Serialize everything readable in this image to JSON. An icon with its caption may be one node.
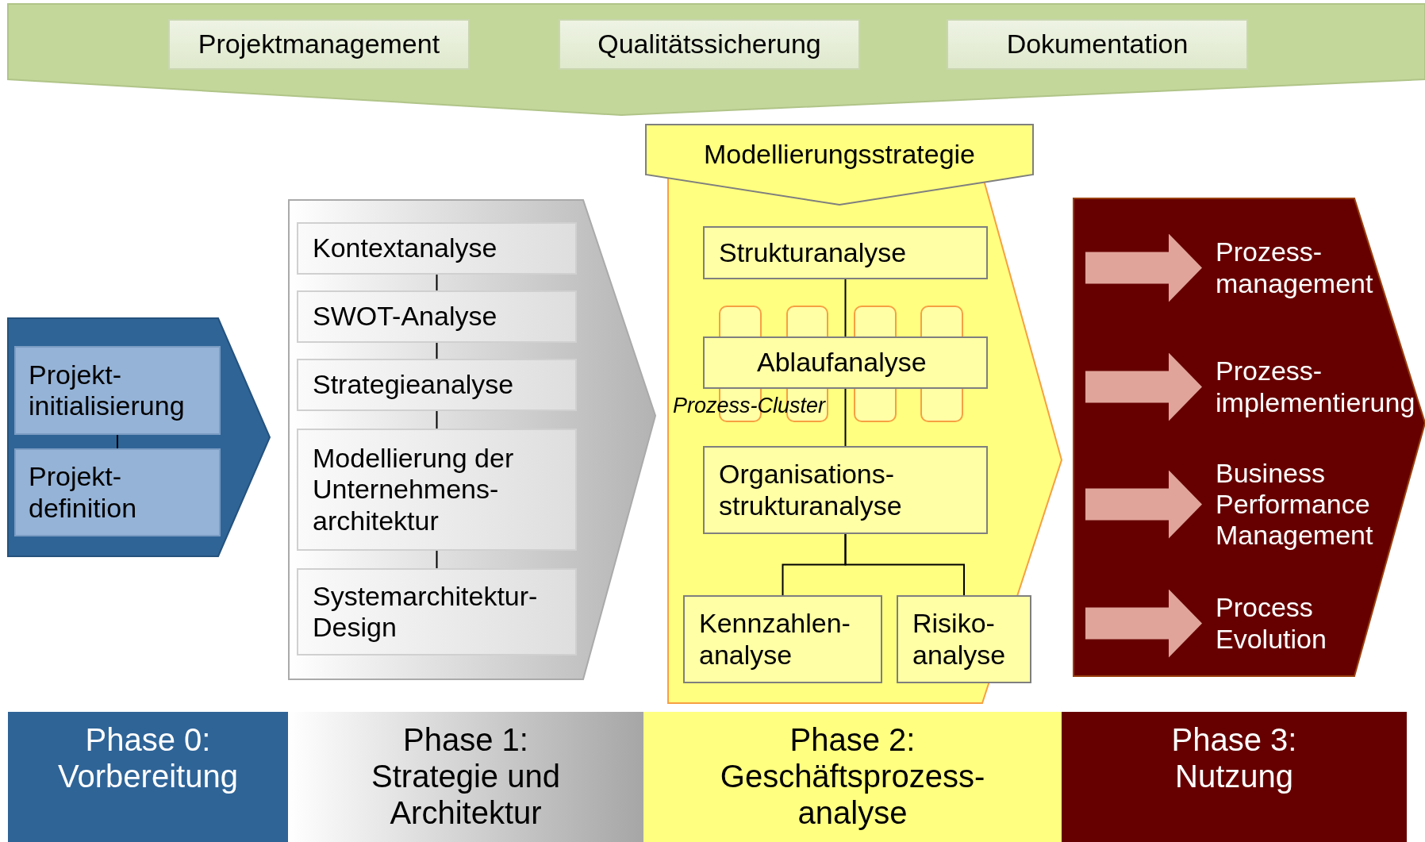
{
  "diagram": {
    "nodes": [
      {
        "text": [],
        "shape": "band"
      },
      {
        "text": [
          "Projektmanagement"
        ],
        "in": 0
      },
      {
        "text": [
          "Qualitätssicherung"
        ],
        "in": 0
      },
      {
        "text": [
          "Dokumentation"
        ],
        "in": 0
      },
      {
        "text": [],
        "shape": "chevron"
      },
      {
        "text": [
          "Projekt-initialisierung"
        ],
        "in": 4
      },
      {
        "text": [
          "Projekt-definition"
        ],
        "in": 4
      },
      {
        "text": [],
        "shape": "chevron"
      },
      {
        "text": [
          "Kontextanalyse"
        ],
        "in": 7
      },
      {
        "text": [
          "SWOT-Analyse"
        ],
        "in": 7
      },
      {
        "text": [
          "Strategieanalyse"
        ],
        "in": 7
      },
      {
        "text": [
          "Modellierung der Unternehmens-architektur"
        ],
        "in": 7
      },
      {
        "text": [
          "Systemarchitektur-Design"
        ],
        "in": 7
      },
      {
        "text": [],
        "shape": "chevron"
      },
      {
        "text": [
          "Modellierungsstrategie"
        ],
        "in": 13
      },
      {
        "text": [
          "Strukturanalyse"
        ],
        "in": 13
      },
      {
        "text": [],
        "shape": "box",
        "in": 13
      },
      {
        "text": [],
        "shape": "box",
        "in": 13
      },
      {
        "text": [],
        "shape": "box",
        "in": 13
      },
      {
        "text": [],
        "shape": "box",
        "in": 13
      },
      {
        "text": [
          "Ablaufanalyse"
        ],
        "in": 13
      },
      {
        "text": [
          "Organisations-strukturanalyse"
        ],
        "in": 13
      },
      {
        "text": [
          "Kennzahlen-analyse"
        ],
        "in": 13
      },
      {
        "text": [
          "Risiko-analyse"
        ],
        "in": 13
      },
      {
        "text": [],
        "shape": "chevron"
      },
      {
        "text": [
          "Prozess-management"
        ],
        "in": 24
      },
      {
        "text": [
          "Prozess-implementierung"
        ],
        "in": 24
      },
      {
        "text": [
          "Business Performance Management"
        ],
        "in": 24
      },
      {
        "text": [
          "Process Evolution"
        ],
        "in": 24
      },
      {
        "text": [
          "Phase 0: Vorbereitung"
        ]
      },
      {
        "text": [
          "Phase 1: Strategie und Architektur"
        ]
      },
      {
        "text": [
          "Phase 2: Geschäftsprozess-analyse"
        ]
      },
      {
        "text": [
          "Phase 3: Nutzung"
        ]
      }
    ],
    "edges": [
      {
        "from": 5,
        "to": 6,
        "arrow": "none"
      },
      {
        "from": 8,
        "to": 9,
        "arrow": "none"
      },
      {
        "from": 9,
        "to": 10,
        "arrow": "none"
      },
      {
        "from": 10,
        "to": 11,
        "arrow": "none"
      },
      {
        "from": 11,
        "to": 12,
        "arrow": "none"
      },
      {
        "from": 15,
        "to": 20,
        "arrow": "none"
      },
      {
        "from": 20,
        "to": 21,
        "arrow": "none"
      },
      {
        "from": 21,
        "to": 22,
        "arrow": "none"
      },
      {
        "from": 21,
        "to": 23,
        "arrow": "none"
      },
      {
        "from": null,
        "to": 25,
        "arrow": "to",
        "style": "thick",
        "color": "#e0a49a"
      },
      {
        "from": null,
        "to": 26,
        "arrow": "to",
        "style": "thick",
        "color": "#e0a49a"
      },
      {
        "from": null,
        "to": 27,
        "arrow": "to",
        "style": "thick",
        "color": "#e0a49a"
      },
      {
        "from": null,
        "to": 28,
        "arrow": "to",
        "style": "thick",
        "color": "#e0a49a"
      }
    ],
    "labels": [
      "Prozess-Cluster"
    ]
  }
}
